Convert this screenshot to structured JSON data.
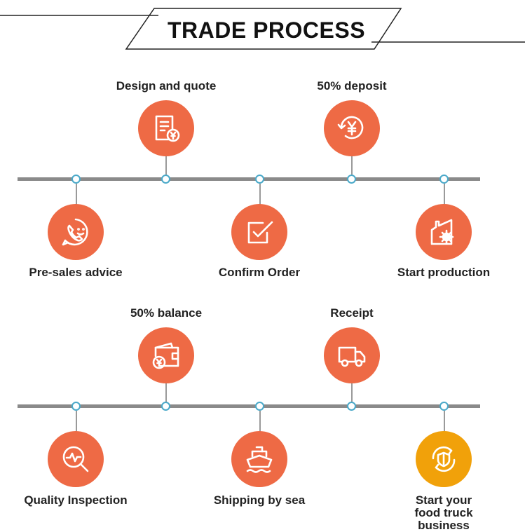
{
  "header": {
    "title": "TRADE PROCESS"
  },
  "rows": [
    {
      "steps": [
        {
          "label": "Pre-sales advice",
          "icon": "phone-chat-icon",
          "color": "#ee6a45"
        },
        {
          "label": "Design and quote",
          "icon": "quote-document-icon",
          "color": "#ee6a45"
        },
        {
          "label": "Confirm Order",
          "icon": "confirm-checkbox-icon",
          "color": "#ee6a45"
        },
        {
          "label": "50% deposit",
          "icon": "yen-refresh-icon",
          "color": "#ee6a45"
        },
        {
          "label": "Start production",
          "icon": "factory-icon",
          "color": "#ee6a45"
        }
      ]
    },
    {
      "steps": [
        {
          "label": "Quality Inspection",
          "icon": "inspection-magnifier-icon",
          "color": "#ee6a45"
        },
        {
          "label": "50% balance",
          "icon": "wallet-yen-icon",
          "color": "#ee6a45"
        },
        {
          "label": "Shipping by sea",
          "icon": "ship-icon",
          "color": "#ee6a45"
        },
        {
          "label": "Receipt",
          "icon": "delivery-truck-icon",
          "color": "#ee6a45"
        },
        {
          "label": "Start your\nfood truck business",
          "icon": "shield-refresh-icon",
          "color": "#f1a10a"
        }
      ]
    }
  ]
}
